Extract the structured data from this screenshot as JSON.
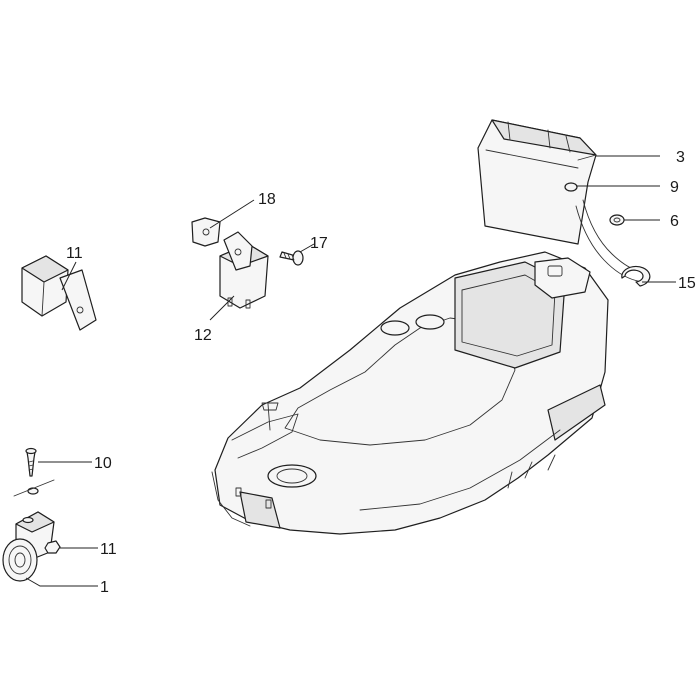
{
  "callouts": [
    {
      "id": "c3",
      "label": "3",
      "part": "battery"
    },
    {
      "id": "c9",
      "label": "9",
      "part": "vent-elbow"
    },
    {
      "id": "c6",
      "label": "6",
      "part": "washer"
    },
    {
      "id": "c15",
      "label": "15",
      "part": "snap-ring"
    },
    {
      "id": "c18",
      "label": "18",
      "part": "relay-clip"
    },
    {
      "id": "c17",
      "label": "17",
      "part": "screw"
    },
    {
      "id": "c12",
      "label": "12",
      "part": "relay"
    },
    {
      "id": "c11a",
      "label": "11",
      "part": "relay-with-bracket"
    },
    {
      "id": "c10",
      "label": "10",
      "part": "screw"
    },
    {
      "id": "c11b",
      "label": "11",
      "part": "nut"
    },
    {
      "id": "c1",
      "label": "1",
      "part": "horn"
    }
  ]
}
